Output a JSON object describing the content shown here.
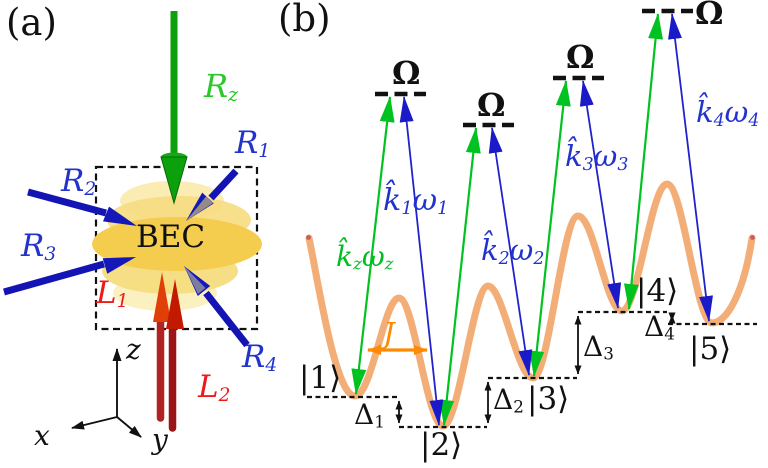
{
  "figure": {
    "description_colors": {
      "green_beam": "#0CA00C",
      "green_raman": "#00C321",
      "blue_beam": "#1414B4",
      "blue_label": "#2233CC",
      "red_label": "#EE1A1A",
      "dark_red_beam": "#B02020",
      "lattice_orange": "#F3AE78",
      "tunneling_orange": "#FF8A00",
      "bec_gold": "#F4CC4E"
    }
  },
  "panel_a": {
    "label": "(a)",
    "bec": "BEC",
    "beams": {
      "rz": {
        "base": "R",
        "sub": "z"
      },
      "r1": {
        "base": "R",
        "sub": "1"
      },
      "r2": {
        "base": "R",
        "sub": "2"
      },
      "r3": {
        "base": "R",
        "sub": "3"
      },
      "r4": {
        "base": "R",
        "sub": "4"
      },
      "l1": {
        "base": "L",
        "sub": "1"
      },
      "l2": {
        "base": "L",
        "sub": "2"
      }
    },
    "axes": {
      "x": "x",
      "y": "y",
      "z": "z"
    }
  },
  "panel_b": {
    "label": "(b)",
    "omega": "Ω",
    "couplings": {
      "kz": {
        "k": "k̂",
        "ksub": "z",
        "w": "ω",
        "wsub": "z"
      },
      "k1": {
        "k": "k̂",
        "ksub": "1",
        "w": "ω",
        "wsub": "1"
      },
      "k2": {
        "k": "k̂",
        "ksub": "2",
        "w": "ω",
        "wsub": "2"
      },
      "k3": {
        "k": "k̂",
        "ksub": "3",
        "w": "ω",
        "wsub": "3"
      },
      "k4": {
        "k": "k̂",
        "ksub": "4",
        "w": "ω",
        "wsub": "4"
      }
    },
    "wells": {
      "w1": "|1⟩",
      "w2": "|2⟩",
      "w3": "|3⟩",
      "w4": "|4⟩",
      "w5": "|5⟩"
    },
    "detunings": {
      "d1": {
        "base": "Δ",
        "sub": "1"
      },
      "d2": {
        "base": "Δ",
        "sub": "2"
      },
      "d3": {
        "base": "Δ",
        "sub": "3"
      },
      "d4": {
        "base": "Δ",
        "sub": "4"
      }
    },
    "tunneling": "J"
  }
}
